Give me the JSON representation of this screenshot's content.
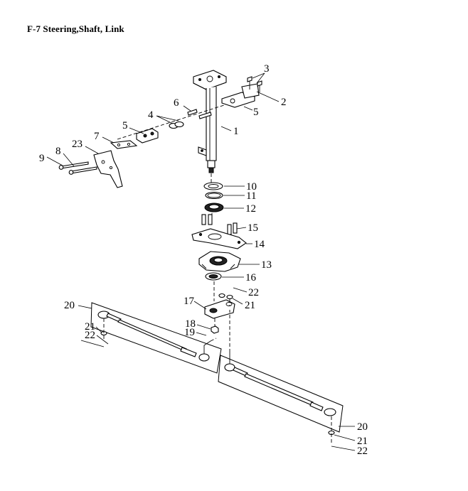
{
  "title": "F-7 Steering,Shaft, Link",
  "callouts": {
    "c1": "1",
    "c2": "2",
    "c3": "3",
    "c4": "4",
    "c5a": "5",
    "c5b": "5",
    "c6": "6",
    "c7": "7",
    "c8": "8",
    "c9": "9",
    "c10": "10",
    "c11": "11",
    "c12": "12",
    "c13": "13",
    "c14": "14",
    "c15": "15",
    "c16": "16",
    "c17": "17",
    "c18": "18",
    "c19": "19",
    "c20a": "20",
    "c20b": "20",
    "c21a": "21",
    "c21b": "21",
    "c21c": "21",
    "c22a": "22",
    "c22b": "22",
    "c22c": "22",
    "c23": "23"
  }
}
